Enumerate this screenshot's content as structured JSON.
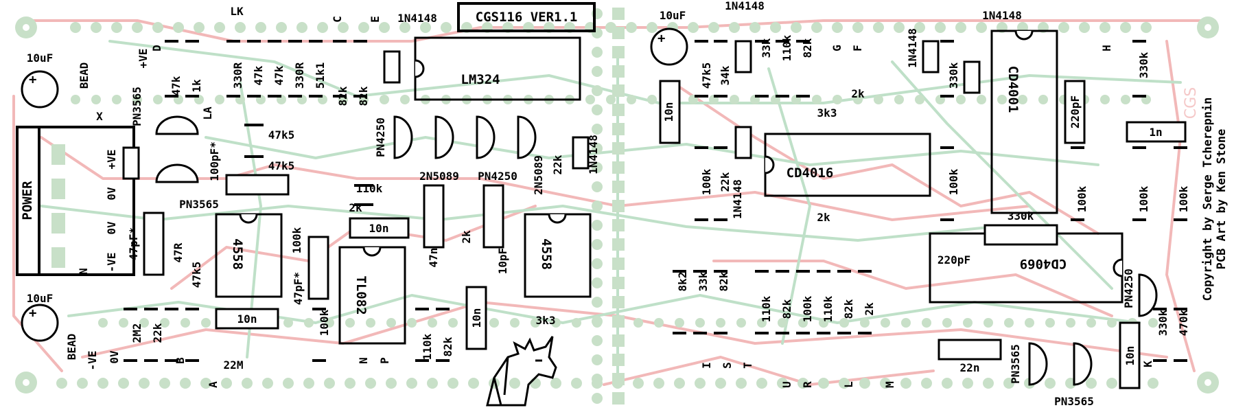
{
  "board": {
    "title": "CGS116 VER1.1",
    "credit_line1": "Copyright by Serge Tcherepnin",
    "credit_line2": "PCB Art by Ken Stone",
    "watermark": "CGS"
  },
  "power": {
    "header_label": "POWER",
    "pins": [
      "+VE",
      "0V",
      "0V",
      "-VE"
    ],
    "cap_top": "10uF",
    "cap_bottom": "10uF",
    "bead_top": "BEAD",
    "bead_bottom": "BEAD"
  },
  "ics": {
    "lm324": "LM324",
    "cd4016": "CD4016",
    "cd4001": "CD4001",
    "cd4069": "CD4069",
    "tl082": "TL082",
    "opamp_left": "4558",
    "opamp_mid": "4558"
  },
  "transistors": [
    "PN3565",
    "PN3565",
    "PN4250",
    "2N5089",
    "PN4250",
    "2N5089",
    "PN4250",
    "PN3565",
    "PN3565"
  ],
  "diodes": [
    "1N4148",
    "1N4148",
    "1N4148",
    "1N4148",
    "1N4148",
    "1N4148"
  ],
  "resistors_left": [
    "47k",
    "1k",
    "330R",
    "47k",
    "47k",
    "330R",
    "51k1",
    "82k",
    "82k",
    "47k5",
    "47k5",
    "110k",
    "2k",
    "100k",
    "47R",
    "47k5",
    "2M2",
    "22k",
    "22M",
    "100k",
    "2k",
    "110k",
    "82k",
    "3k3",
    "22k"
  ],
  "resistors_right": [
    "47k5",
    "34k",
    "33k",
    "110k",
    "82k",
    "2k",
    "3k3",
    "100k",
    "22k",
    "8k2",
    "33k",
    "82k",
    "110k",
    "82k",
    "100k",
    "110k",
    "82k",
    "2k",
    "2k",
    "330k",
    "100k",
    "330k",
    "100k",
    "100k",
    "100k",
    "330k",
    "470k"
  ],
  "capacitors": [
    "100pF*",
    "47pF*",
    "10n",
    "10n",
    "47pF*",
    "47n",
    "10pF",
    "10n",
    "10n",
    "10uF",
    "220pF",
    "1n",
    "220pF",
    "330k",
    "22n",
    "10n"
  ],
  "connector_labels": [
    "D",
    "LK",
    "C",
    "E",
    "LA",
    "X",
    "N",
    "B",
    "A",
    "N",
    "P",
    "I",
    "S",
    "T",
    "U",
    "R",
    "L",
    "M",
    "G",
    "F",
    "H",
    "K"
  ],
  "misc_labels": {
    "plus_ve": "+VE",
    "minus_ve": "-VE",
    "zero_v": "0V",
    "m_label": "M"
  }
}
